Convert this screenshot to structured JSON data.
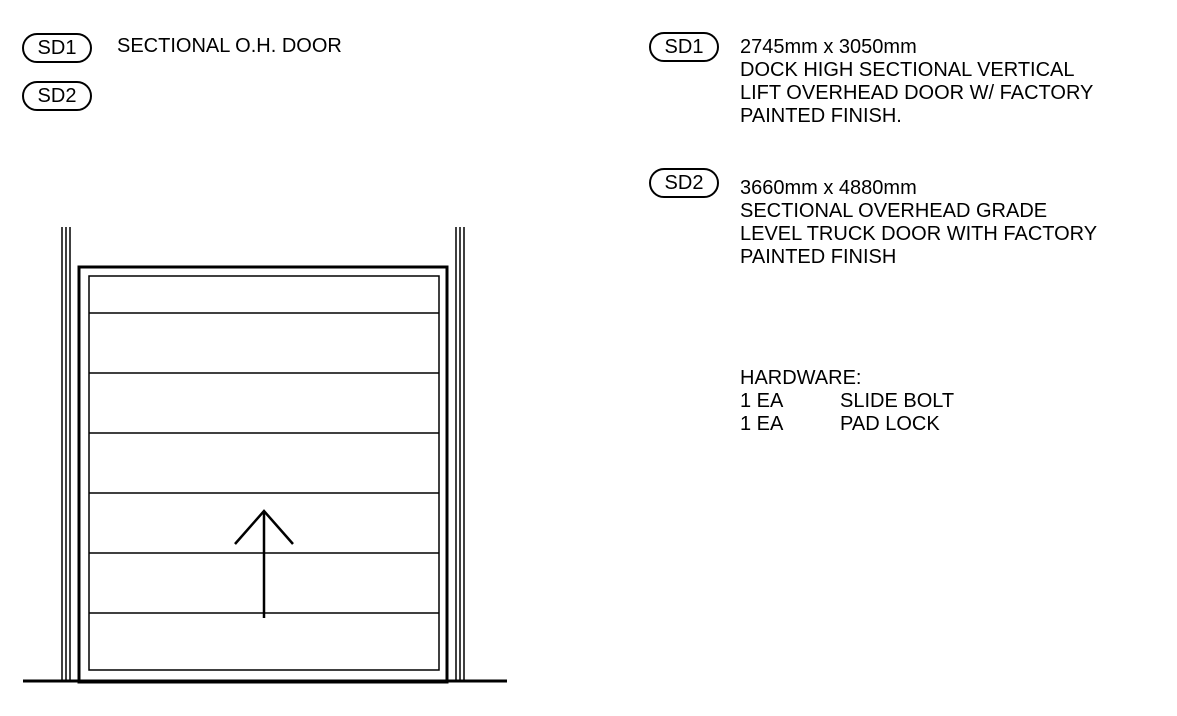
{
  "legend": [
    {
      "tag": "SD1",
      "label": "SECTIONAL O.H. DOOR"
    },
    {
      "tag": "SD2",
      "label": ""
    }
  ],
  "schedule": [
    {
      "tag": "SD1",
      "size": "2745mm x 3050mm",
      "description": [
        "DOCK HIGH SECTIONAL VERTICAL",
        "LIFT OVERHEAD DOOR W/ FACTORY",
        "PAINTED FINISH."
      ]
    },
    {
      "tag": "SD2",
      "size": "3660mm x 4880mm",
      "description": [
        "SECTIONAL OVERHEAD GRADE",
        "LEVEL TRUCK DOOR WITH FACTORY",
        "PAINTED FINISH"
      ]
    }
  ],
  "hardware": {
    "title": "HARDWARE:",
    "items": [
      {
        "qty": "1 EA",
        "item": "SLIDE BOLT"
      },
      {
        "qty": "1 EA",
        "item": "PAD LOCK"
      }
    ]
  },
  "door_elevation": {
    "panel_count": 7,
    "operation": "vertical lift (up)"
  }
}
